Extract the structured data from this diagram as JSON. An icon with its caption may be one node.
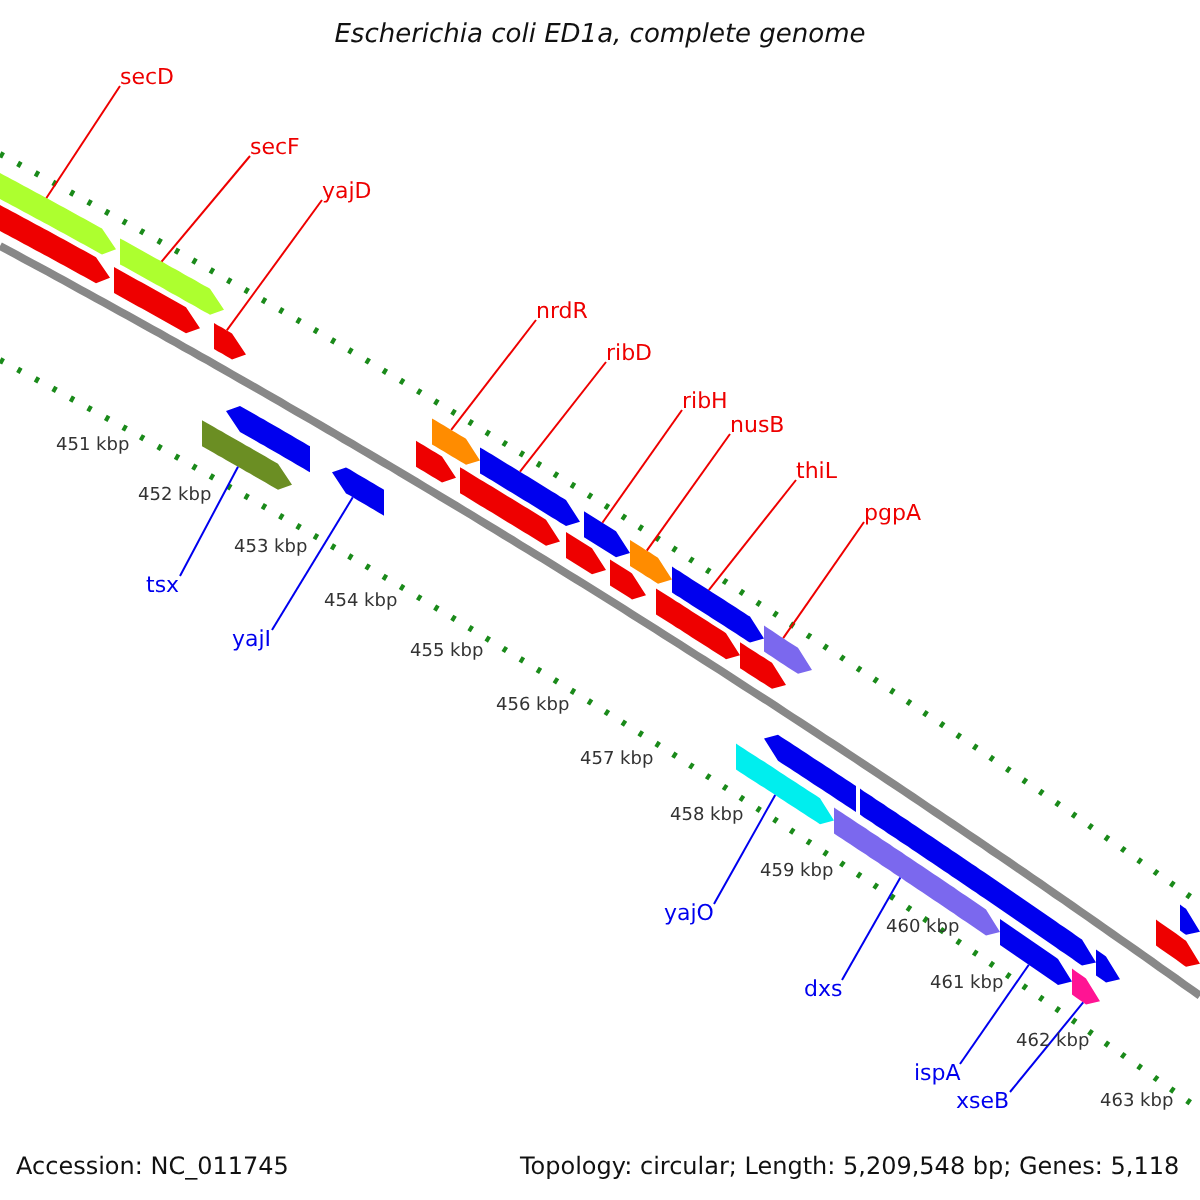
{
  "diagram": {
    "title": "Escherichia coli ED1a, complete genome",
    "nodes": [
      {
        "text": [
          "secD"
        ]
      },
      {
        "text": [
          "secF"
        ]
      },
      {
        "text": [
          "yajD"
        ]
      },
      {
        "text": [
          "nrdR"
        ]
      },
      {
        "text": [
          "ribD"
        ]
      },
      {
        "text": [
          "ribH"
        ]
      },
      {
        "text": [
          "nusB"
        ]
      },
      {
        "text": [
          "thiL"
        ]
      },
      {
        "text": [
          "pgpA"
        ]
      },
      {
        "text": [
          "tsx"
        ]
      },
      {
        "text": [
          "yajI"
        ]
      },
      {
        "text": [
          "yajO"
        ]
      },
      {
        "text": [
          "dxs"
        ]
      },
      {
        "text": [
          "ispA"
        ]
      },
      {
        "text": [
          "xseB"
        ]
      },
      {
        "text": [],
        "shape": "bar"
      },
      {
        "text": [],
        "shape": "bar"
      },
      {
        "text": [],
        "shape": "bar"
      },
      {
        "text": [],
        "shape": "bar"
      },
      {
        "text": [],
        "shape": "bar"
      },
      {
        "text": [],
        "shape": "bar"
      },
      {
        "text": [],
        "shape": "bar"
      },
      {
        "text": [],
        "shape": "bar"
      },
      {
        "text": [],
        "shape": "bar"
      },
      {
        "text": [],
        "shape": "bar"
      },
      {
        "text": [],
        "shape": "bar"
      },
      {
        "text": [],
        "shape": "bar"
      },
      {
        "text": [],
        "shape": "bar"
      },
      {
        "text": [],
        "shape": "bar"
      },
      {
        "text": [],
        "shape": "bar"
      },
      {
        "text": [],
        "shape": "bar"
      },
      {
        "text": [],
        "shape": "bar"
      },
      {
        "text": [],
        "shape": "bar"
      },
      {
        "text": [],
        "shape": "bar"
      },
      {
        "text": [],
        "shape": "bar"
      },
      {
        "text": [],
        "shape": "bar"
      },
      {
        "text": [],
        "shape": "bar"
      },
      {
        "text": [],
        "shape": "bar"
      },
      {
        "text": [],
        "shape": "bar"
      },
      {
        "text": [],
        "shape": "bar"
      },
      {
        "text": [],
        "shape": "bar"
      },
      {
        "text": [],
        "shape": "bar"
      },
      {
        "text": [],
        "shape": "bar"
      },
      {
        "text": [],
        "shape": "bar"
      }
    ],
    "edges": [
      {
        "from": 0,
        "to": 15,
        "arrow": "none"
      },
      {
        "from": 1,
        "to": 18,
        "arrow": "none"
      },
      {
        "from": 2,
        "to": 20,
        "arrow": "none"
      },
      {
        "from": 3,
        "to": 24,
        "arrow": "none"
      },
      {
        "from": 4,
        "to": 26,
        "arrow": "none"
      },
      {
        "from": 5,
        "to": 28,
        "arrow": "none"
      },
      {
        "from": 6,
        "to": 30,
        "arrow": "none"
      },
      {
        "from": 7,
        "to": 32,
        "arrow": "none"
      },
      {
        "from": 8,
        "to": 35,
        "arrow": "none"
      },
      {
        "from": 9,
        "to": 19,
        "arrow": "none",
        "color": "#0000ee"
      },
      {
        "from": 10,
        "to": 22,
        "arrow": "none",
        "color": "#0000ee"
      },
      {
        "from": 11,
        "to": 33,
        "arrow": "none",
        "color": "#0000ee"
      },
      {
        "from": 12,
        "to": 37,
        "arrow": "none",
        "color": "#0000ee"
      },
      {
        "from": 13,
        "to": 39,
        "arrow": "none",
        "color": "#0000ee"
      },
      {
        "from": 14,
        "to": 40,
        "arrow": "none",
        "color": "#0000ee"
      }
    ],
    "labels": [
      "451 kbp",
      "452 kbp",
      "453 kbp",
      "454 kbp",
      "455 kbp",
      "456 kbp",
      "457 kbp",
      "458 kbp",
      "459 kbp",
      "460 kbp",
      "461 kbp",
      "462 kbp",
      "463 kbp",
      "Accession: NC_011745",
      "Topology: circular; Length: 5,209,548 bp; Genes: 5,118"
    ]
  }
}
